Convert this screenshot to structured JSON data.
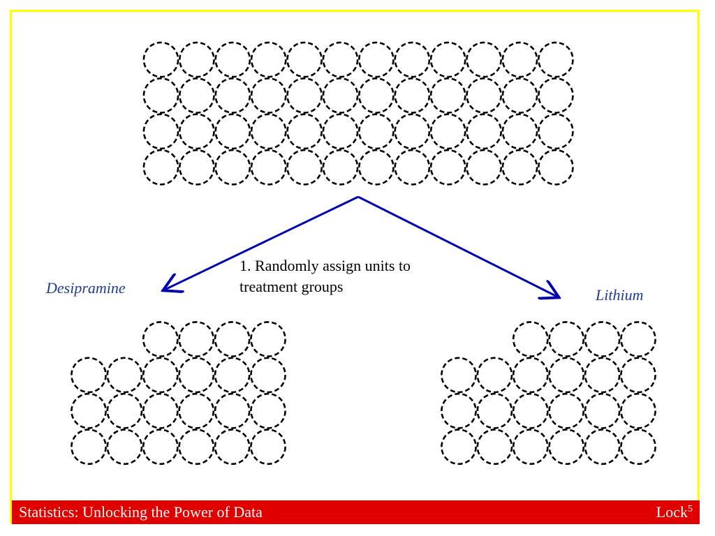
{
  "diagram": {
    "step_text": "1. Randomly assign units to treatment groups",
    "left_group_label": "Desipramine",
    "right_group_label": "Lithium",
    "arrow_color": "#0000b0",
    "label_color": "#1f3c99"
  },
  "units": {
    "total_rows": 4,
    "total_cols": 12,
    "left_group_rows": [
      4,
      6,
      6,
      6
    ],
    "right_group_rows": [
      4,
      6,
      6,
      6
    ]
  },
  "footer": {
    "title": "Statistics: Unlocking the Power of Data",
    "credit_main": "Lock",
    "credit_sup": "5",
    "background_color": "#e00000"
  }
}
